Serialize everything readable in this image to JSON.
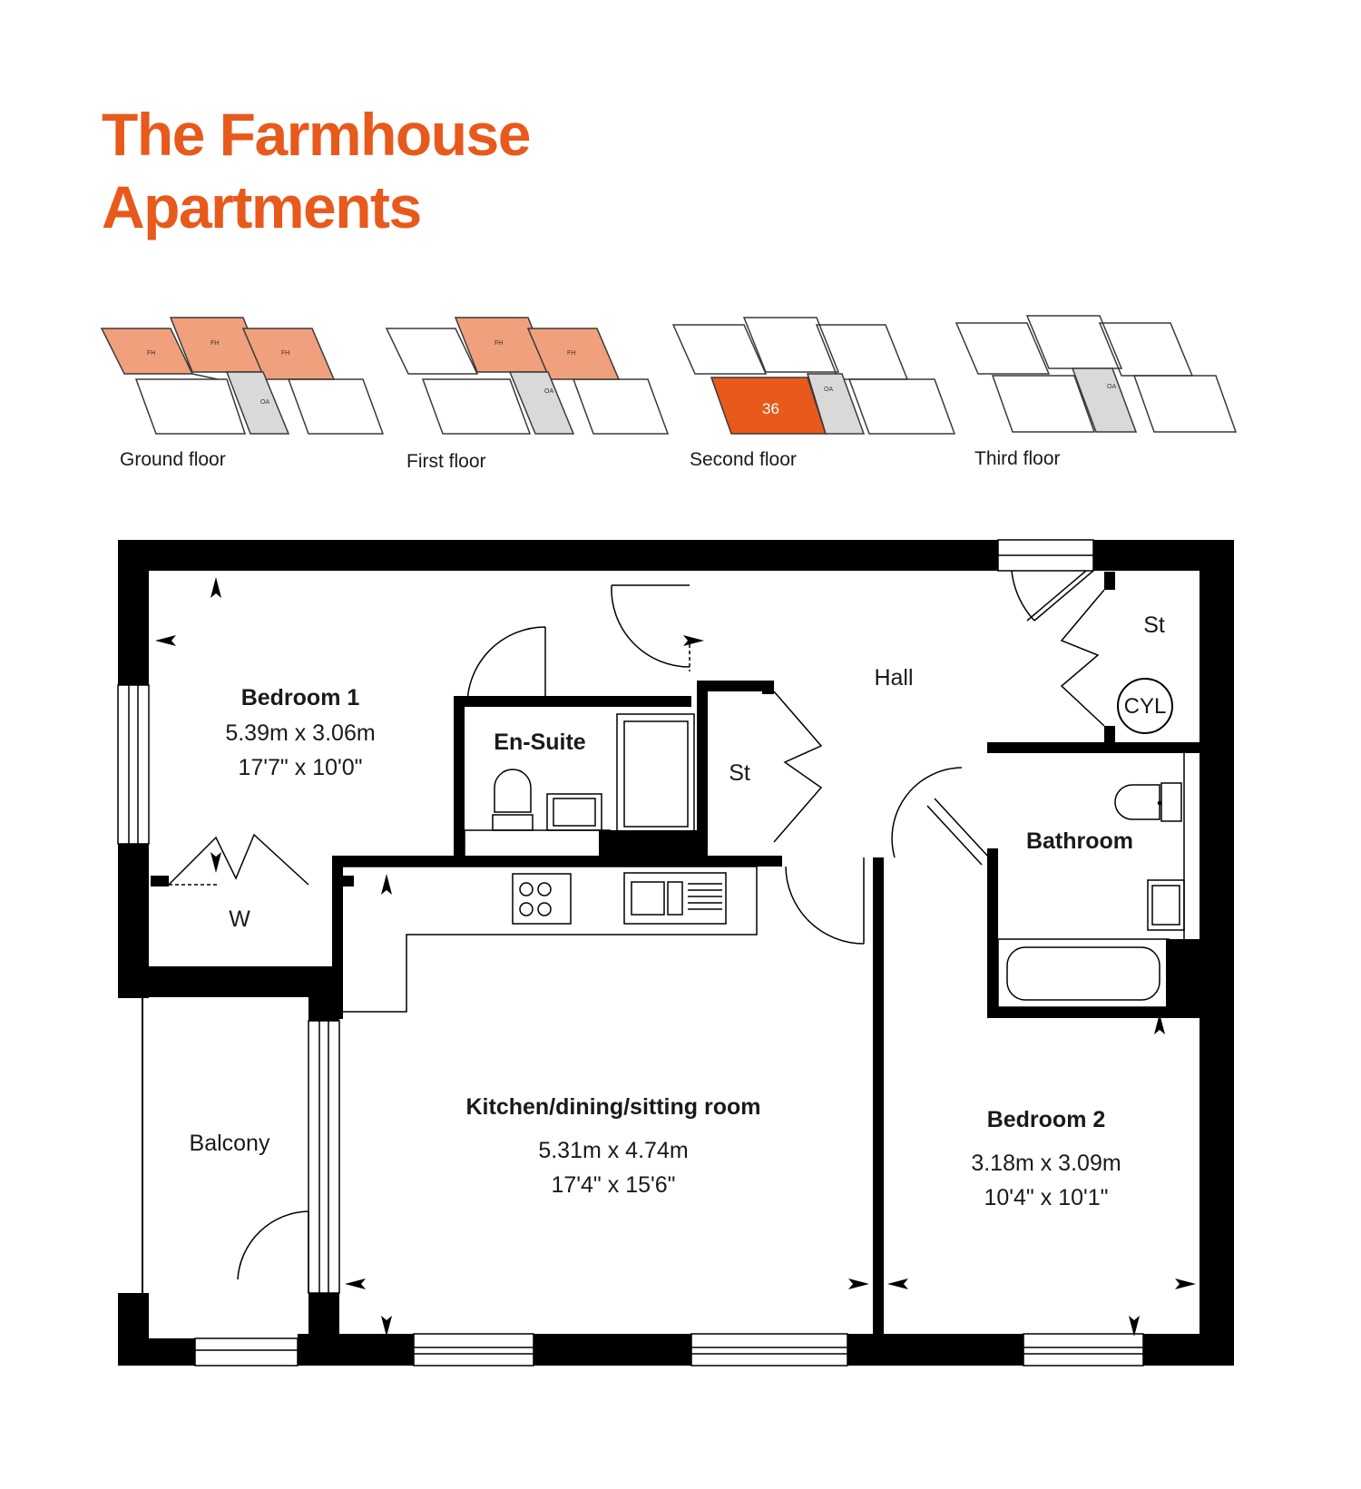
{
  "title": {
    "line1": "The Farmhouse",
    "line2": "Apartments"
  },
  "colors": {
    "accent": "#e8591c",
    "accent_light": "#f0a07c",
    "wall": "#000000",
    "core": "#d9d9d9"
  },
  "key_plans": [
    {
      "label": "Ground floor",
      "block_labels": [
        "FH",
        "FH",
        "FH",
        "OA"
      ]
    },
    {
      "label": "First floor",
      "block_labels": [
        "FH",
        "FH",
        "OA"
      ]
    },
    {
      "label": "Second floor",
      "block_labels": [
        "36",
        "OA"
      ],
      "highlight": "36"
    },
    {
      "label": "Third floor",
      "block_labels": [
        "OA"
      ]
    }
  ],
  "rooms": {
    "bedroom1": {
      "name": "Bedroom 1",
      "metric": "5.39m x 3.06m",
      "imperial": "17'7\" x 10'0\""
    },
    "ensuite": {
      "name": "En-Suite"
    },
    "hall": {
      "name": "Hall"
    },
    "store_hall": {
      "name": "St"
    },
    "store_top": {
      "name": "St"
    },
    "cylinder": {
      "name": "CYL"
    },
    "bathroom": {
      "name": "Bathroom"
    },
    "wardrobe": {
      "name": "W"
    },
    "kitchen": {
      "name": "Kitchen/dining/sitting room",
      "metric": "5.31m x 4.74m",
      "imperial": "17'4\" x 15'6\""
    },
    "balcony": {
      "name": "Balcony"
    },
    "bedroom2": {
      "name": "Bedroom 2",
      "metric": "3.18m x 3.09m",
      "imperial": "10'4\" x 10'1\""
    }
  }
}
